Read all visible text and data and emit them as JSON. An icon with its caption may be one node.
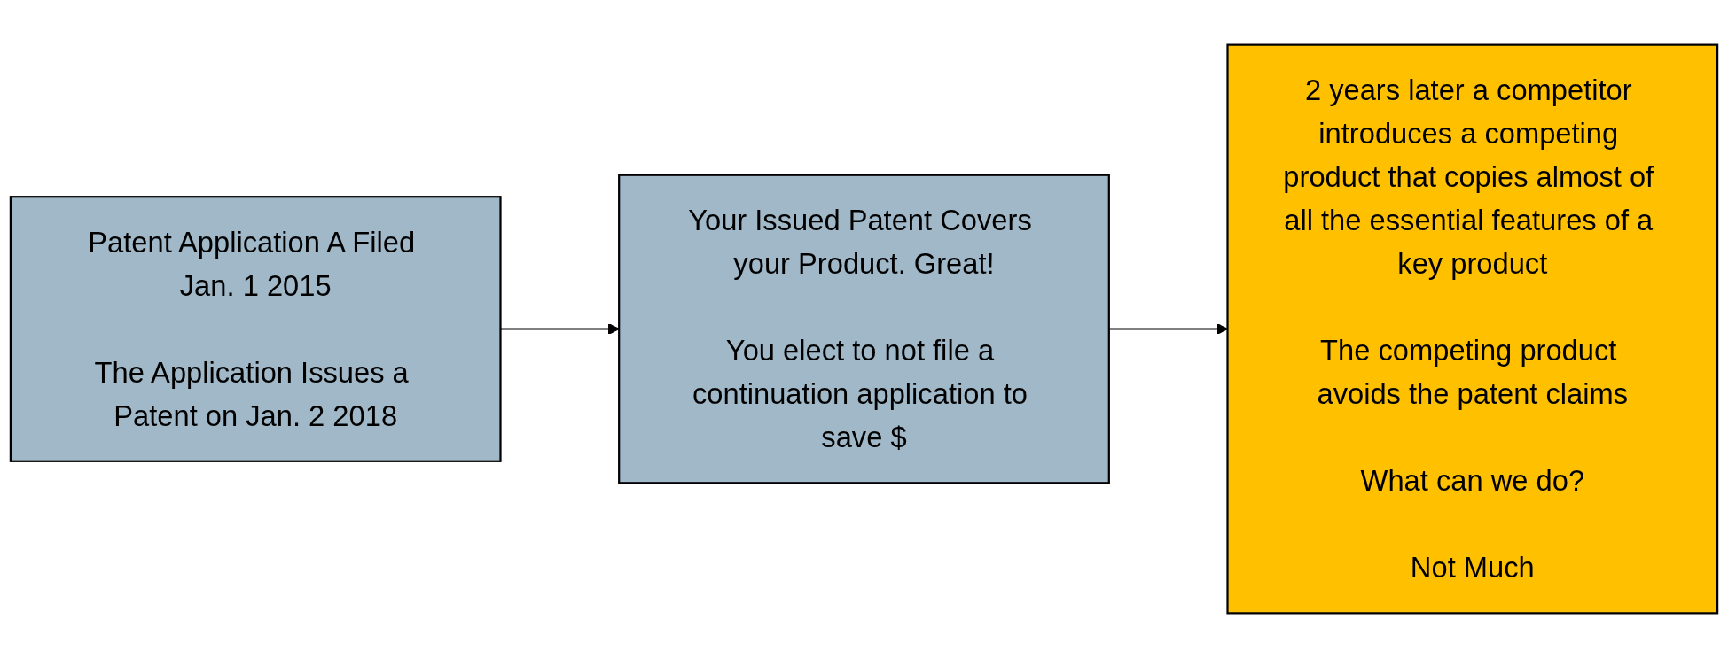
{
  "diagram": {
    "nodes": [
      {
        "text": [
          "Patent Application A Filed Jan. 1 2015",
          "The Application Issues a Patent on Jan. 2 2018"
        ]
      },
      {
        "text": [
          "Your Issued Patent Covers your Product. Great!",
          "You elect to not file a continuation application to save $"
        ]
      },
      {
        "text": [
          "2 years later a competitor introduces a competing product that copies almost of all the essential features of a key product",
          "The competing product avoids the patent claims",
          "What can we do?",
          "Not Much"
        ]
      }
    ],
    "edges": [
      {
        "from": 0,
        "to": 1,
        "arrow": "to"
      },
      {
        "from": 1,
        "to": 2,
        "arrow": "to"
      }
    ]
  }
}
